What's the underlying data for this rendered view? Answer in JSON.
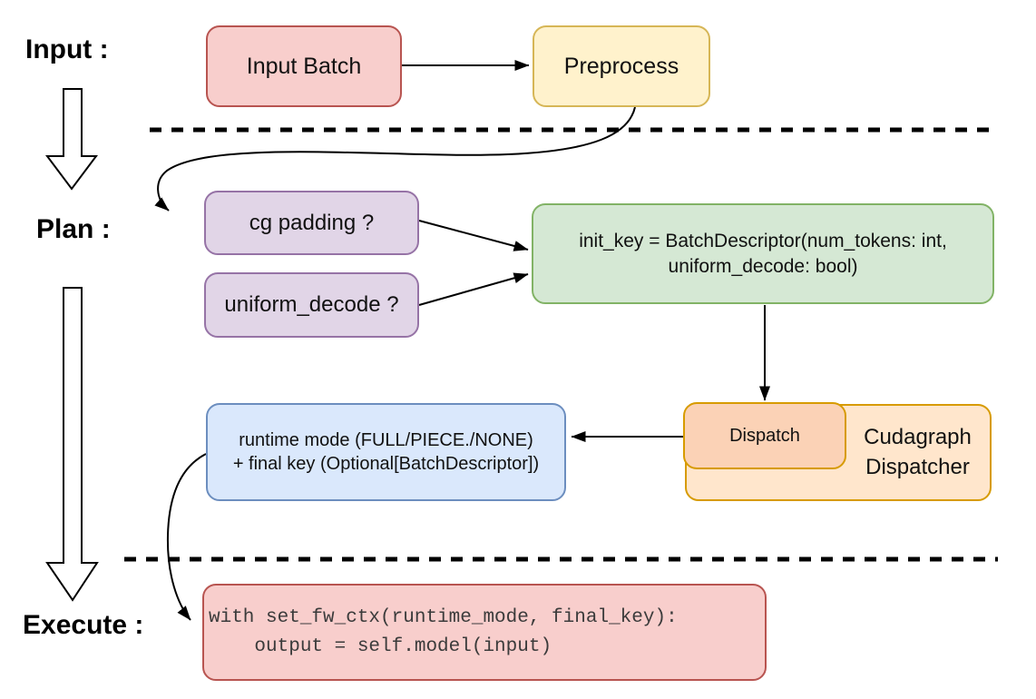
{
  "sections": {
    "input_label": "Input :",
    "plan_label": "Plan :",
    "execute_label": "Execute :"
  },
  "nodes": {
    "input_batch": "Input Batch",
    "preprocess": "Preprocess",
    "cg_padding": "cg padding ?",
    "uniform_decode": "uniform_decode ?",
    "init_key_line1": "init_key = BatchDescriptor(num_tokens: int,",
    "init_key_line2": "uniform_decode: bool)",
    "runtime_line1": "runtime mode (FULL/PIECE./NONE)",
    "runtime_line2": "+ final key (Optional[BatchDescriptor])",
    "dispatch": "Dispatch",
    "cudagraph_line1": "Cudagraph",
    "cudagraph_line2": "Dispatcher",
    "code_line1": "with set_fw_ctx(runtime_mode, final_key):",
    "code_line2": "    output = self.model(input)"
  },
  "colors": {
    "red_fill": "#F8CECC",
    "red_stroke": "#B85450",
    "yellow_fill": "#FFF2CC",
    "yellow_stroke": "#D6B656",
    "purple_fill": "#E1D5E7",
    "purple_stroke": "#9673A6",
    "green_fill": "#D5E8D4",
    "green_stroke": "#82B366",
    "blue_fill": "#DAE8FC",
    "blue_stroke": "#6C8EBF",
    "orange_fill": "#FFE6CC",
    "orange_stroke": "#D79B00",
    "salmon_fill": "#FBD2B6",
    "arrow": "#000000"
  }
}
